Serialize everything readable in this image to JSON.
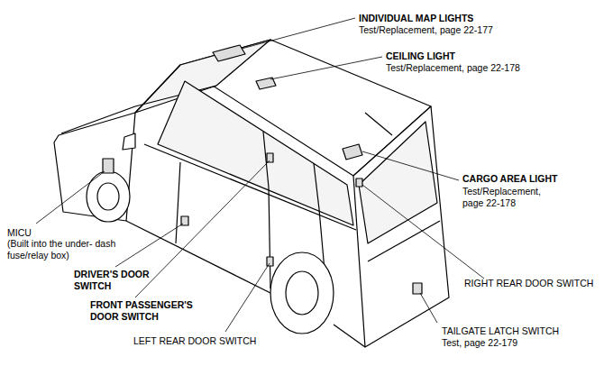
{
  "diagram": {
    "labels": [
      "INDIVIDUAL MAP LIGHTS",
      "Test/Replacement, page 22-177",
      "CEILING LIGHT",
      "Test/Replacement, page 22-178",
      "CARGO AREA LIGHT",
      "Test/Replacement, page 22-178",
      "MICU",
      "(Built into the under- dash fuse/relay box)",
      "DRIVER'S DOOR SWITCH",
      "FRONT PASSENGER'S DOOR SWITCH",
      "LEFT REAR DOOR SWITCH",
      "RIGHT REAR DOOR SWITCH",
      "TAILGATE LATCH SWITCH",
      "Test, page 22-179"
    ]
  }
}
